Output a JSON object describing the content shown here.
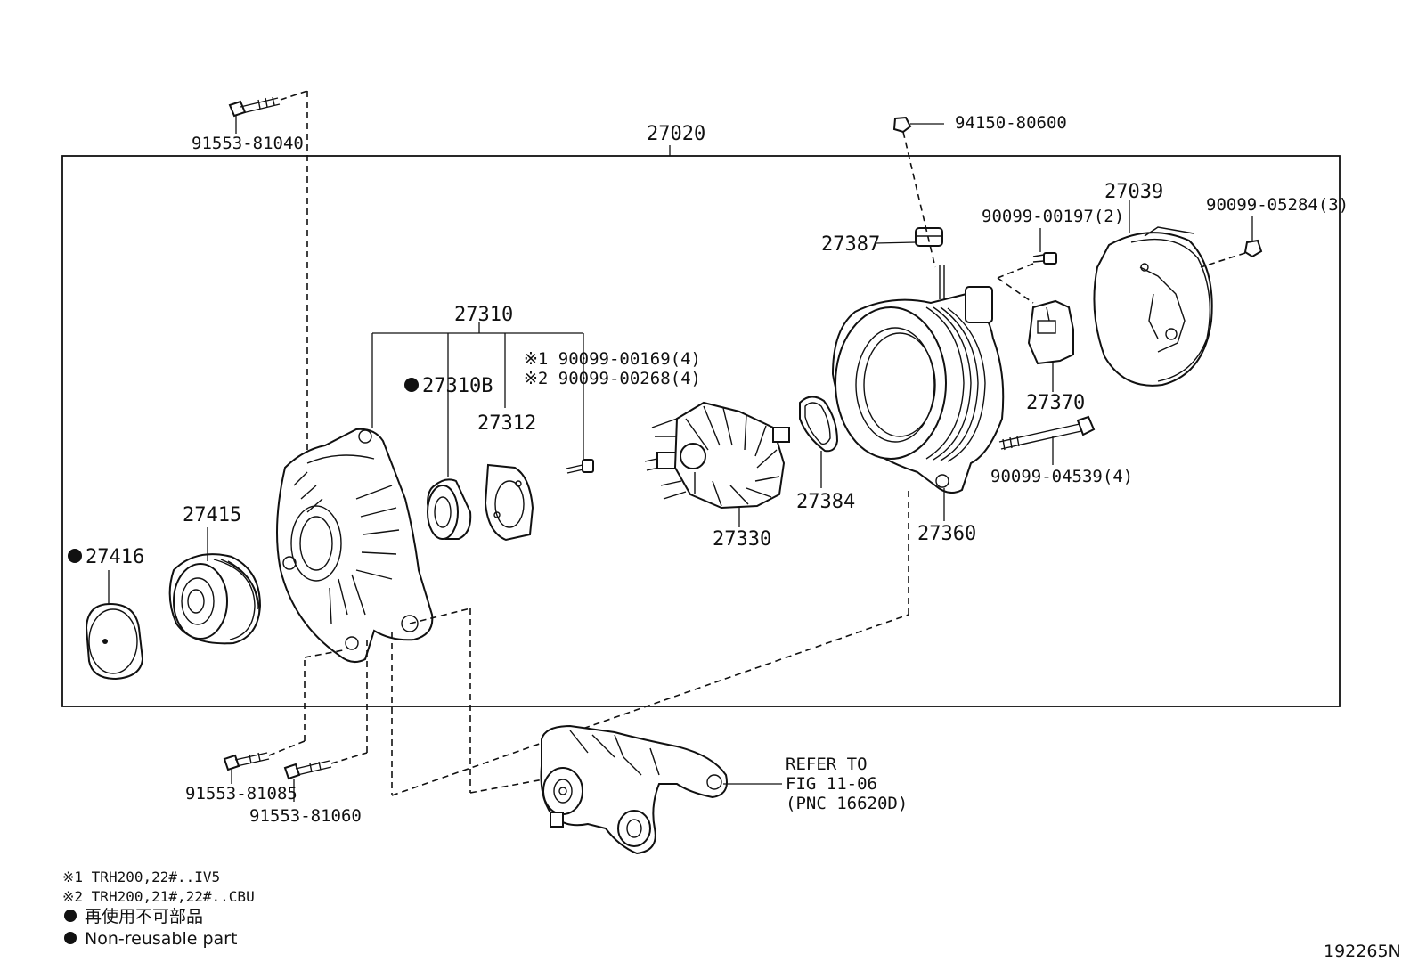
{
  "diagram": {
    "assembly_number": "27020",
    "labels": {
      "bolt_top": "91553-81040",
      "nut_top": "94150-80600",
      "cover_39": "27039",
      "nut_cover": "90099-05284(3)",
      "bolt_reg": "90099-00197(2)",
      "insulator": "27387",
      "frame_kit": "27310",
      "screw_note1": "※1 90099-00169(4)",
      "screw_note2": "※2 90099-00268(4)",
      "bearing": "27310B",
      "retainer": "27312",
      "regulator": "27370",
      "through_bolt": "90099-04539(4)",
      "pulley": "27415",
      "cap": "27416",
      "rotor": "27330",
      "gasket": "27384",
      "drive_frame": "27360",
      "bolt_b1": "91553-81085",
      "bolt_b2": "91553-81060",
      "refer_1": "REFER TO",
      "refer_2": "FIG 11-06",
      "refer_3": "(PNC 16620D)"
    },
    "notes": {
      "n1": "※1 TRH200,22#..IV5",
      "n2": "※2 TRH200,21#,22#..CBU",
      "n3": "再使用不可部品",
      "n4": "Non-reusable part"
    },
    "figure_id": "192265N"
  }
}
